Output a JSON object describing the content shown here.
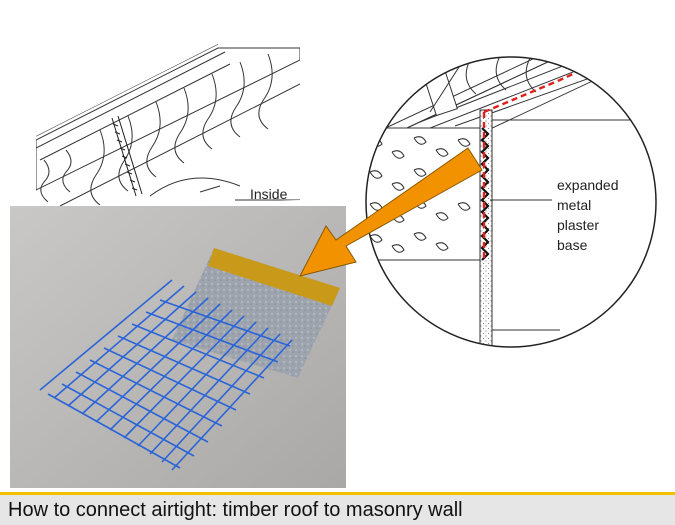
{
  "labels": {
    "inside": "Inside",
    "expanded_line1": "expanded",
    "expanded_line2": "metal",
    "expanded_line3": "plaster",
    "expanded_line4": "base"
  },
  "caption": "How to connect airtight: timber roof to masonry wall",
  "colors": {
    "arrow": "#f29200",
    "airtight_dash": "#e0201c",
    "mesh": "#2a64d8",
    "tape": "#c99a1a",
    "caption_bar": "#e6e6e6",
    "caption_border": "#f2c200"
  }
}
